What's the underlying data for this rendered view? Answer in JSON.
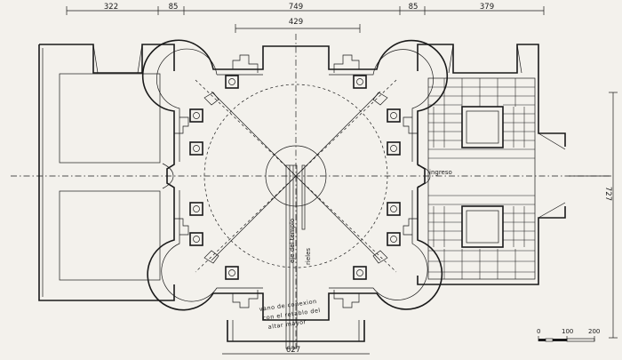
{
  "dimensions": {
    "top_row": [
      "322",
      "85",
      "749",
      "85",
      "379"
    ],
    "inner": "429",
    "side_right": "727",
    "bottom": "627"
  },
  "labels": {
    "ingreso": "ingreso",
    "eje_templo": "eje del templo",
    "rieles": "rieles",
    "vano_line1": "vano de conexion",
    "vano_line2": "con el retablo del",
    "vano_line3": "altar mayor"
  },
  "scale": {
    "ticks": [
      "0",
      "100",
      "200"
    ]
  },
  "colors": {
    "paper": "#f3f1ec",
    "ink": "#1a1a1a"
  }
}
